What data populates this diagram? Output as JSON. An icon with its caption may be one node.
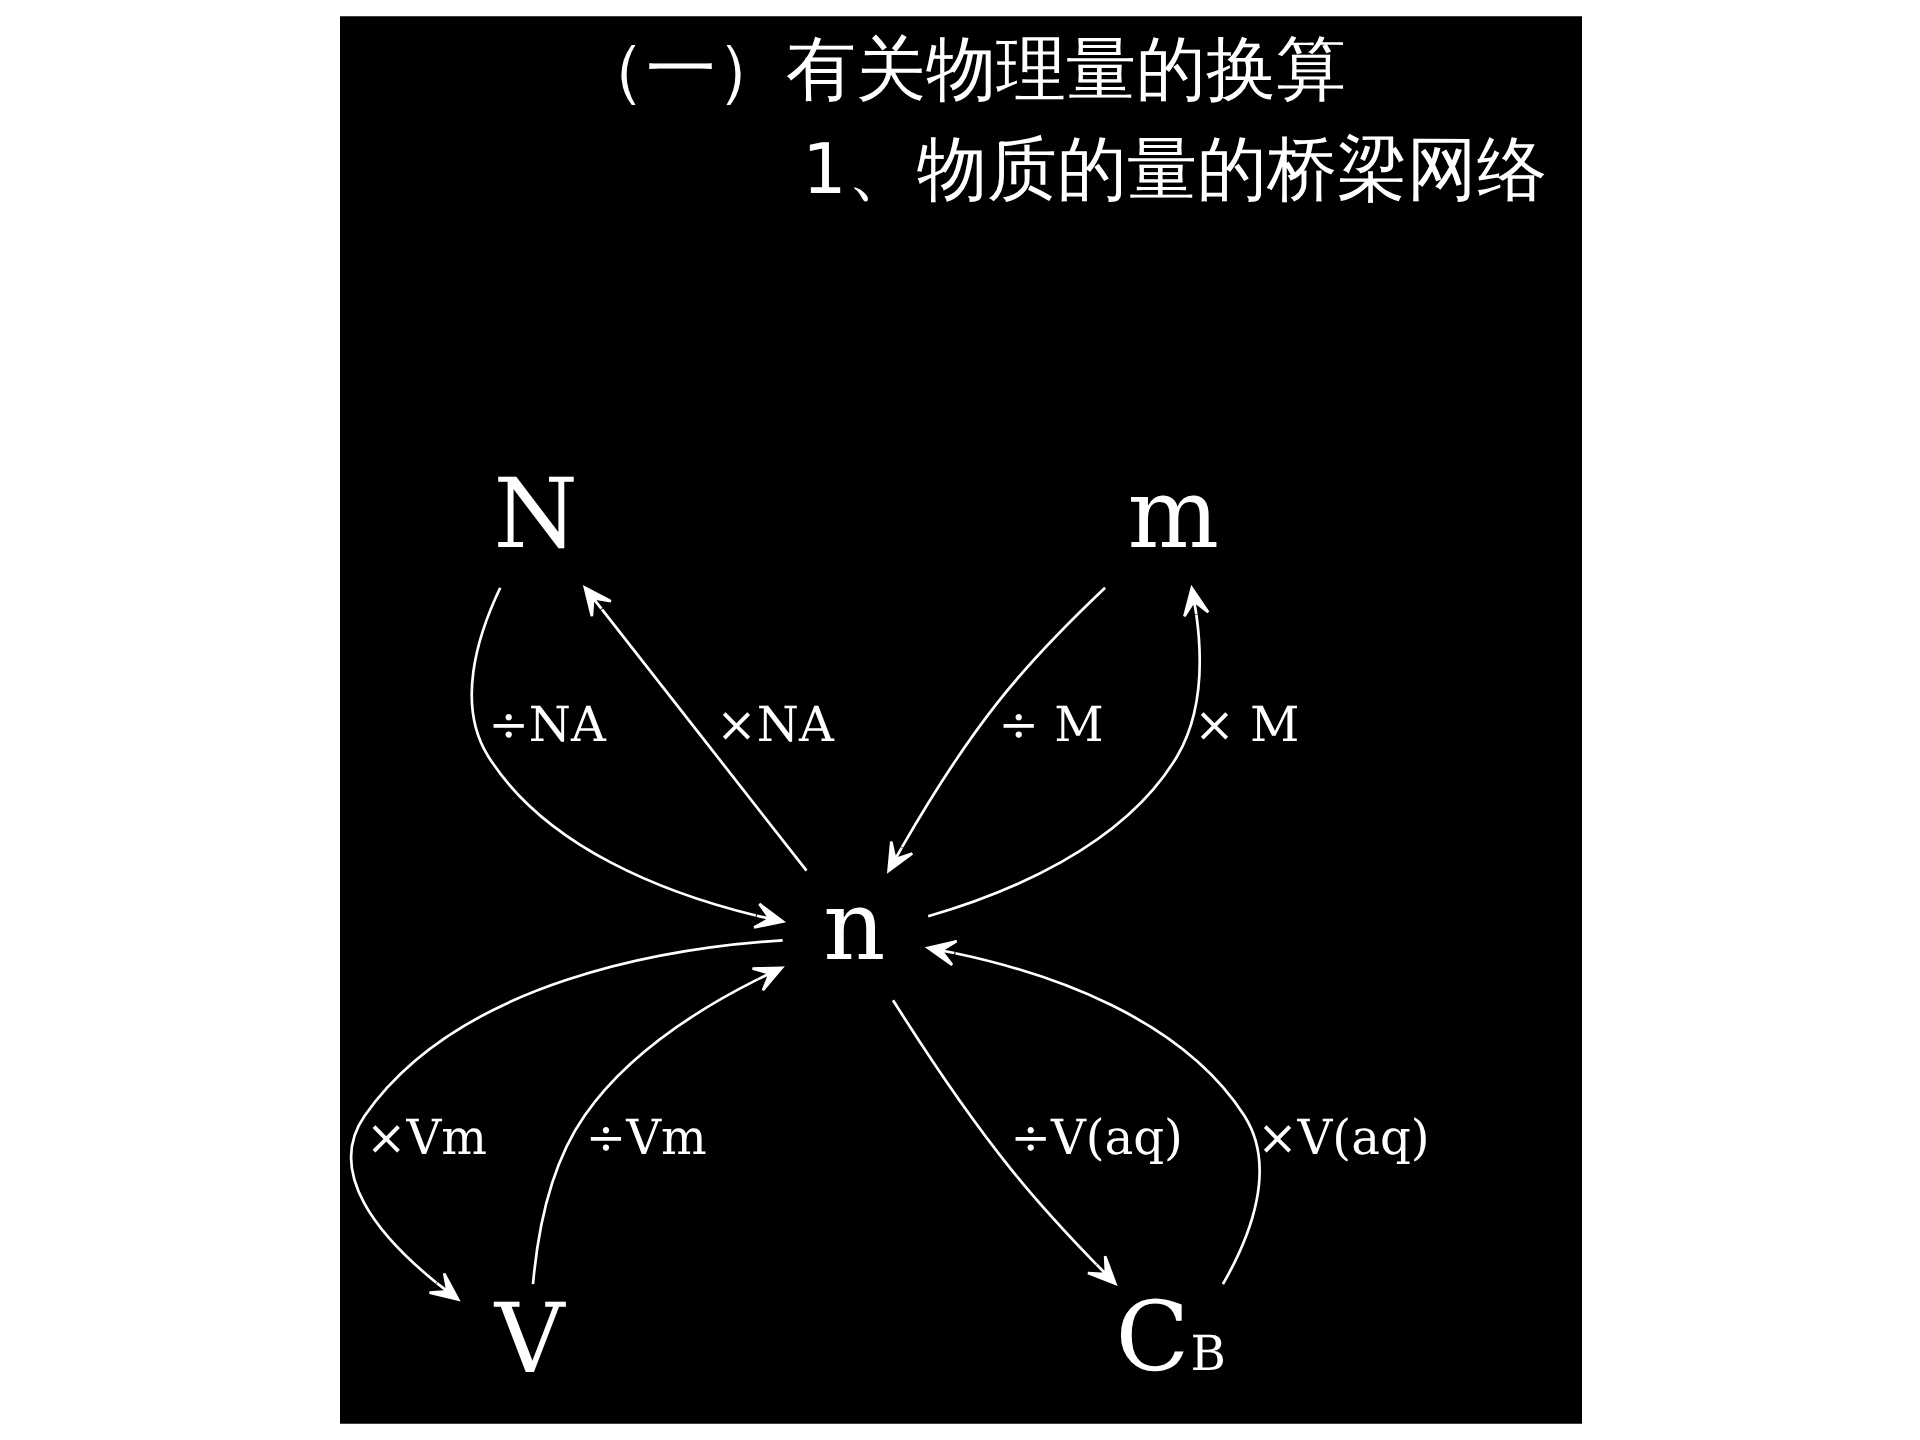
{
  "diagram": {
    "title": "（一）有关物理量的换算",
    "nodes": [
      {
        "text": [
          "m"
        ]
      },
      {
        "text": [
          "N"
        ]
      },
      {
        "text": [
          "n"
        ]
      },
      {
        "text": [
          "V"
        ]
      },
      {
        "text": [
          "C"
        ],
        "beside": [
          "B"
        ]
      }
    ],
    "edges": [
      {
        "from": 2,
        "to": 0,
        "arrow": "to",
        "label": "× M"
      },
      {
        "from": 0,
        "to": 2,
        "arrow": "to",
        "label": "÷ M"
      },
      {
        "from": 2,
        "to": 1,
        "arrow": "to",
        "label": "×NA"
      },
      {
        "from": 1,
        "to": 2,
        "arrow": "to",
        "label": "÷NA"
      },
      {
        "from": 3,
        "to": 2,
        "arrow": "to",
        "label": "÷Vm"
      },
      {
        "from": 2,
        "to": 3,
        "arrow": "to",
        "label": "×Vm"
      },
      {
        "from": 2,
        "to": 4,
        "arrow": "to",
        "label": "÷V(aq)"
      },
      {
        "from": 4,
        "to": 2,
        "arrow": "to",
        "label": "×V(aq)"
      }
    ],
    "labels": [
      "1、物质的量的桥梁网络"
    ]
  }
}
